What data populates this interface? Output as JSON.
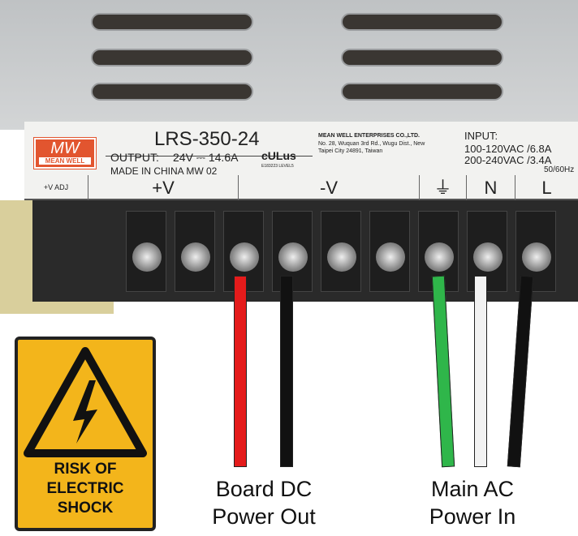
{
  "label": {
    "brand": "MW",
    "brand_name": "MEAN WELL",
    "model": "LRS-350-24",
    "output_label": "OUTPUT:",
    "output_value": "24V ⎓ 14.6A",
    "made_in": "MADE IN CHINA   MW 02",
    "cert": "cULus",
    "cert_sub": "E183223 LEVEL5",
    "company": "MEAN WELL ENTERPRISES CO.,LTD.",
    "address1": "No. 28, Wuquan 3rd Rd., Wugu Dist., New",
    "address2": "Taipei City 24891, Taiwan",
    "input_label": "INPUT:",
    "input1": "100-120VAC /6.8A",
    "input2": "200-240VAC /3.4A",
    "freq": "50/60Hz"
  },
  "terminals": {
    "adj": "+V ADJ",
    "plus": "+V",
    "minus": "-V",
    "ground": "⏚",
    "neutral": "N",
    "live": "L"
  },
  "wire_colors": {
    "dc_positive": "#e41b1b",
    "dc_negative": "#111111",
    "ground": "#2fb64a",
    "neutral": "#f2f2f2",
    "live": "#111111"
  },
  "sign": {
    "icon": "electric-shock-warning-icon",
    "line1": "RISK OF",
    "line2": "ELECTRIC",
    "line3": "SHOCK",
    "color": "#f3b51b"
  },
  "captions": {
    "dc_line1": "Board DC",
    "dc_line2": "Power Out",
    "ac_line1": "Main AC",
    "ac_line2": "Power In"
  }
}
